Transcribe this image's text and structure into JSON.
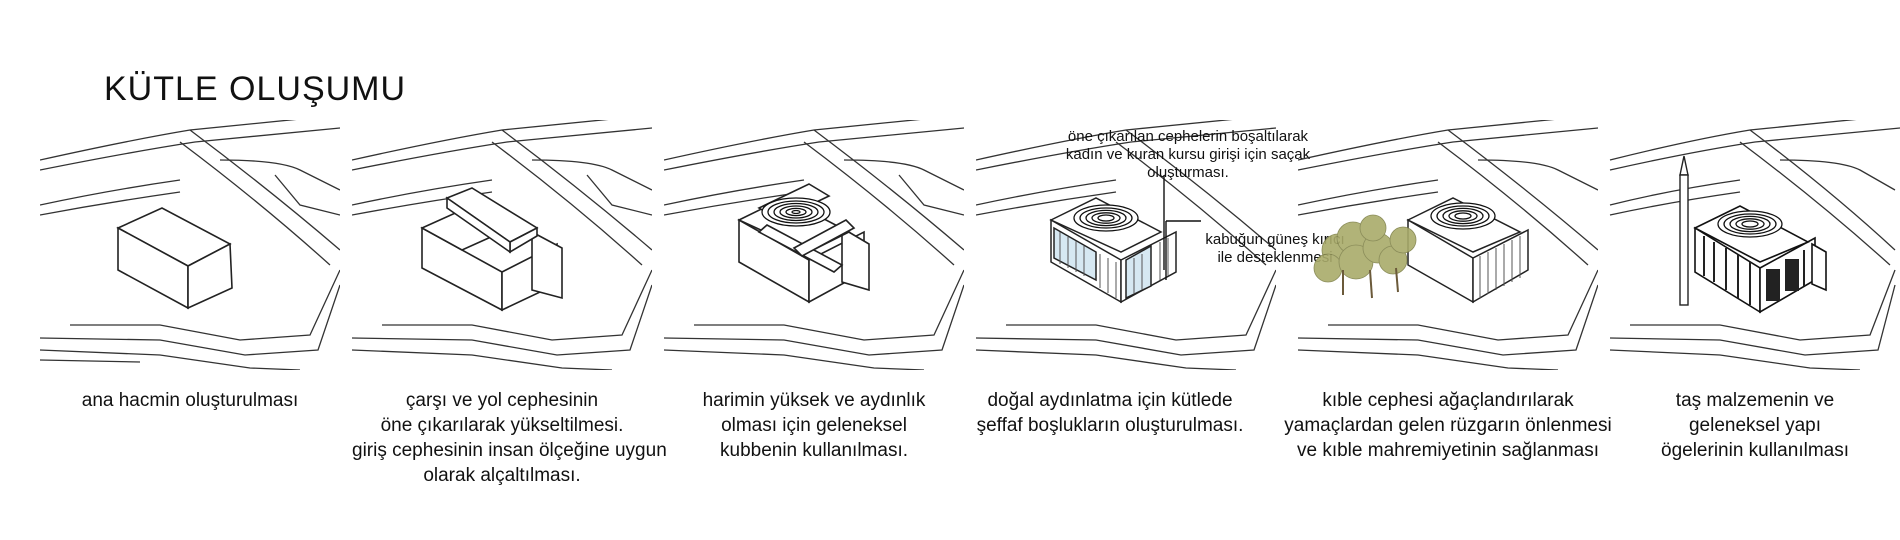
{
  "title": "KÜTLE OLUŞUMU",
  "steps": [
    {
      "caption": [
        "ana hacmin oluşturulması"
      ]
    },
    {
      "caption": [
        "çarşı ve yol cephesinin",
        "öne çıkarılarak yükseltilmesi.",
        "giriş cephesinin insan ölçeğine uygun",
        "olarak alçaltılması."
      ]
    },
    {
      "caption": [
        "harimin yüksek ve aydınlık",
        "olması için geleneksel",
        "kubbenin kullanılması."
      ]
    },
    {
      "caption": [
        "doğal aydınlatma için kütlede",
        "şeffaf  boşlukların oluşturulması."
      ]
    },
    {
      "caption": [
        "kıble cephesi ağaçlandırılarak",
        "yamaçlardan gelen rüzgarın önlenmesi",
        "ve kıble mahremiyetinin sağlanması"
      ]
    },
    {
      "caption": [
        "taş malzemenin ve",
        "geleneksel yapı",
        "ögelerinin kullanılması"
      ]
    }
  ],
  "annotations": {
    "facade_void": [
      "öne çıkarılan cephelerin boşaltılarak",
      "kadın ve kuran kursu girişi için saçak",
      "oluşturması."
    ],
    "sun_breaker": [
      "kabuğun güneş kırıcı",
      "ile desteklenmesi"
    ]
  },
  "colors": {
    "line": "#333333",
    "glass": "#d6e8f2",
    "tree": "#a9ab6a"
  }
}
